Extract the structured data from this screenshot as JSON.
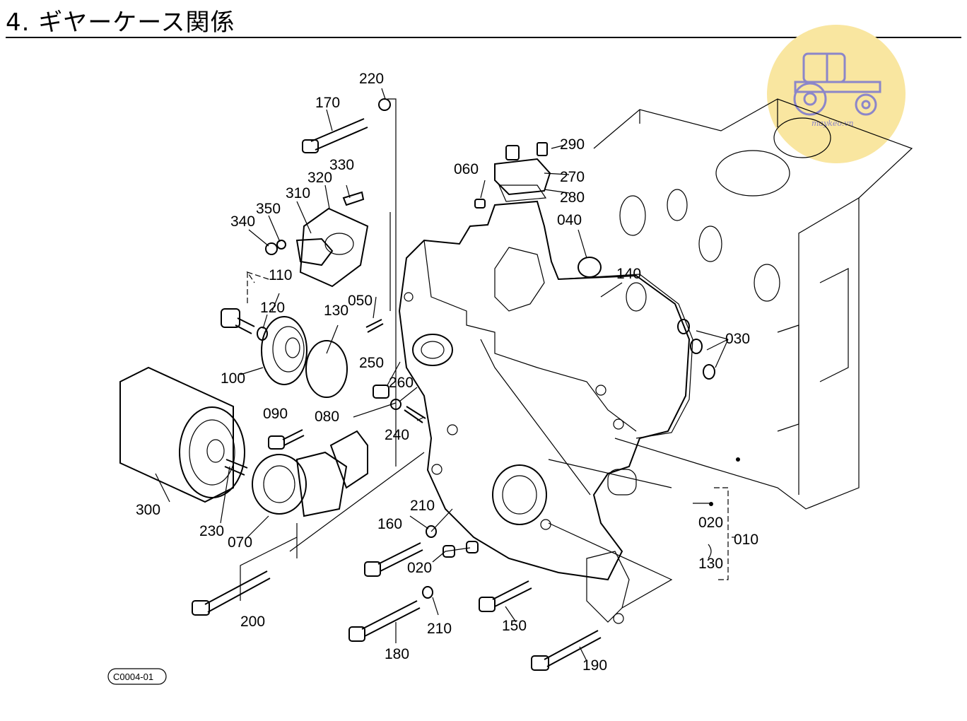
{
  "title": "4. ギヤーケース関係",
  "logo": {
    "text": "maykeo.vn",
    "icon": "tractor-icon",
    "color": "#f9e6a0"
  },
  "footer_code": "C0004-01",
  "labels": [
    {
      "id": "p220",
      "text": "220"
    },
    {
      "id": "p170",
      "text": "170"
    },
    {
      "id": "p330",
      "text": "330"
    },
    {
      "id": "p320",
      "text": "320"
    },
    {
      "id": "p310",
      "text": "310"
    },
    {
      "id": "p350",
      "text": "350"
    },
    {
      "id": "p340",
      "text": "340"
    },
    {
      "id": "p110",
      "text": "110"
    },
    {
      "id": "p120",
      "text": "120"
    },
    {
      "id": "p130",
      "text": "130"
    },
    {
      "id": "p050",
      "text": "050"
    },
    {
      "id": "p100",
      "text": "100"
    },
    {
      "id": "p250",
      "text": "250"
    },
    {
      "id": "p260",
      "text": "260"
    },
    {
      "id": "p090",
      "text": "090"
    },
    {
      "id": "p080",
      "text": "080"
    },
    {
      "id": "p240",
      "text": "240"
    },
    {
      "id": "p300",
      "text": "300"
    },
    {
      "id": "p230",
      "text": "230"
    },
    {
      "id": "p070",
      "text": "070"
    },
    {
      "id": "p060",
      "text": "060"
    },
    {
      "id": "p290",
      "text": "290"
    },
    {
      "id": "p270",
      "text": "270"
    },
    {
      "id": "p280",
      "text": "280"
    },
    {
      "id": "p040",
      "text": "040"
    },
    {
      "id": "p140",
      "text": "140"
    },
    {
      "id": "p030",
      "text": "030"
    },
    {
      "id": "p210a",
      "text": "210"
    },
    {
      "id": "p160",
      "text": "160"
    },
    {
      "id": "p020a",
      "text": "020"
    },
    {
      "id": "p200",
      "text": "200"
    },
    {
      "id": "p180",
      "text": "180"
    },
    {
      "id": "p210b",
      "text": "210"
    },
    {
      "id": "p150",
      "text": "150"
    },
    {
      "id": "p190",
      "text": "190"
    },
    {
      "id": "p020b",
      "text": "020"
    },
    {
      "id": "p130b",
      "text": "130"
    },
    {
      "id": "p010",
      "text": "010"
    }
  ]
}
